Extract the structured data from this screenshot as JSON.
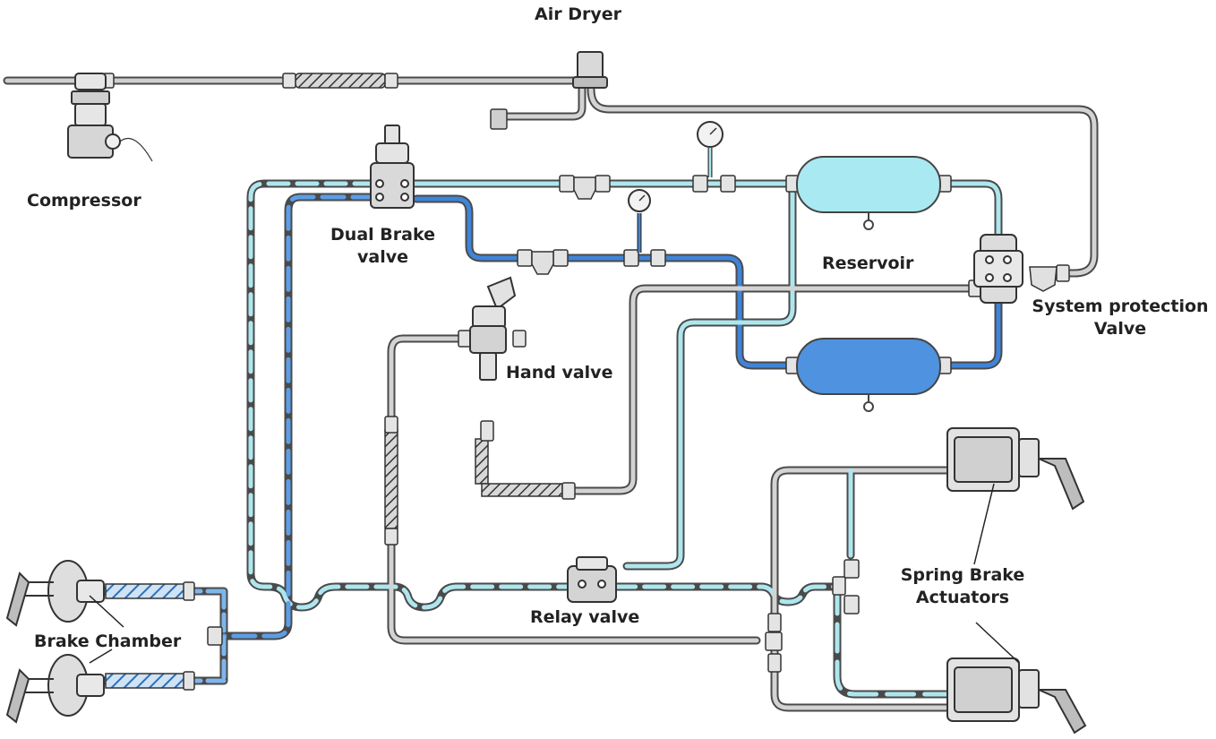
{
  "labels": {
    "air_dryer": "Air Dryer",
    "compressor": "Compressor",
    "dual_brake_valve_l1": "Dual Brake",
    "dual_brake_valve_l2": "valve",
    "reservoir": "Reservoir",
    "system_protection_valve_l1": "System protection",
    "system_protection_valve_l2": "Valve",
    "hand_valve": "Hand valve",
    "relay_valve": "Relay valve",
    "brake_chamber": "Brake Chamber",
    "spring_brake_actuators_l1": "Spring Brake",
    "spring_brake_actuators_l2": "Actuators"
  },
  "colors": {
    "supply_line": "#c8c8c8",
    "primary_circuit": "#5c9ee6",
    "secondary_circuit": "#aee6ee",
    "reservoir_primary": "#4e92e0",
    "reservoir_secondary": "#a9e9f1",
    "outline": "#555555"
  }
}
